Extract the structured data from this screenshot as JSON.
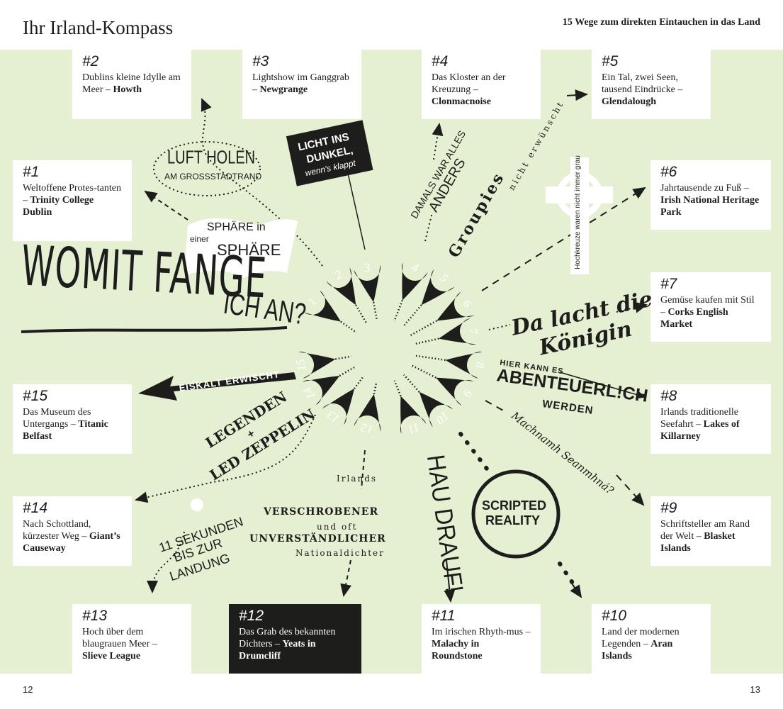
{
  "header": {
    "title": "Ihr Irland-Kompass",
    "subtitle": "15 Wege zum direkten Eintauchen in das Land"
  },
  "boxes": [
    {
      "num": "#1",
      "text": "Weltoffene Protes-tanten – ",
      "bold": "Trinity College Dublin"
    },
    {
      "num": "#2",
      "text": "Dublins kleine Idylle am Meer – ",
      "bold": "Howth"
    },
    {
      "num": "#3",
      "text": "Lightshow im Ganggrab – ",
      "bold": "Newgrange"
    },
    {
      "num": "#4",
      "text": "Das Kloster an der Kreuzung – ",
      "bold": "Clonmacnoise"
    },
    {
      "num": "#5",
      "text": "Ein Tal, zwei Seen, tausend Eindrücke – ",
      "bold": "Glendalough"
    },
    {
      "num": "#6",
      "text": "Jahrtausende zu Fuß – ",
      "bold": "Irish National Heritage Park"
    },
    {
      "num": "#7",
      "text": "Gemüse kaufen mit Stil – ",
      "bold": "Corks English Market"
    },
    {
      "num": "#8",
      "text": "Irlands traditionelle Seefahrt – ",
      "bold": "Lakes of Killarney"
    },
    {
      "num": "#9",
      "text": "Schriftsteller am Rand der Welt – ",
      "bold": "Blasket Islands"
    },
    {
      "num": "#10",
      "text": "Land der modernen Legenden – ",
      "bold": "Aran Islands"
    },
    {
      "num": "#11",
      "text": "Im irischen Rhyth-mus – ",
      "bold": "Malachy in Roundstone"
    },
    {
      "num": "#12",
      "text": "Das Grab des bekannten Dichters – ",
      "bold": "Yeats in Drumcliff"
    },
    {
      "num": "#13",
      "text": "Hoch über dem blaugrauen Meer – ",
      "bold": "Slieve League"
    },
    {
      "num": "#14",
      "text": "Nach Schottland, kürzester Weg – ",
      "bold": "Giant’s Causeway"
    },
    {
      "num": "#15",
      "text": "Das Museum des Untergangs – ",
      "bold": "Titanic Belfast"
    }
  ],
  "pins": [
    "1",
    "2",
    "3",
    "4",
    "5",
    "6",
    "7",
    "8",
    "9",
    "10",
    "11",
    "12",
    "13",
    "14",
    "15"
  ],
  "center": {
    "l1": "WOMIT FANGE",
    "l2": "ICH AN?"
  },
  "phrases": {
    "luft1": "LUFT HOLEN",
    "luft2": "AM GROSSSTADTRAND",
    "sphaere1": "SPHÄRE in",
    "sphaere2": "einer",
    "sphaere3": "SPHÄRE",
    "licht1": "LICHT INS",
    "licht2": "DUNKEL,",
    "licht3": "wenn's klappt",
    "damals1": "DAMALS WAR ALLES",
    "damals2": "ANDERS",
    "groupies": "Groupies",
    "groupies2": "nicht erwünscht",
    "cross": "Hochkreuze waren nicht immer grau",
    "lacht1": "Da lacht die",
    "lacht2": "Königin",
    "abent1": "HIER KANN ES",
    "abent2": "ABENTEUERL!CH",
    "abent3": "WERDEN",
    "mach": "Machnamh Seanmhná?",
    "scripted1": "SCRIPTED",
    "scripted2": "REALITY",
    "hau": "HAU DRAUF!",
    "irl1": "Irlands",
    "irl2": "VERSCHROBENER",
    "irl3": "und oft",
    "irl4": "UNVERSTÄNDLICHER",
    "irl5": "Nationaldichter",
    "sek1": "11 SEKUNDEN",
    "sek2": "BIS ZUR",
    "sek3": "LANDUNG",
    "leg1": "LEGENDEN",
    "leg2": "+",
    "leg3": "LED ZEPPELIN",
    "eiskalt": "EISKALT ERWISCHT"
  },
  "footer": {
    "left": "12",
    "right": "13"
  }
}
